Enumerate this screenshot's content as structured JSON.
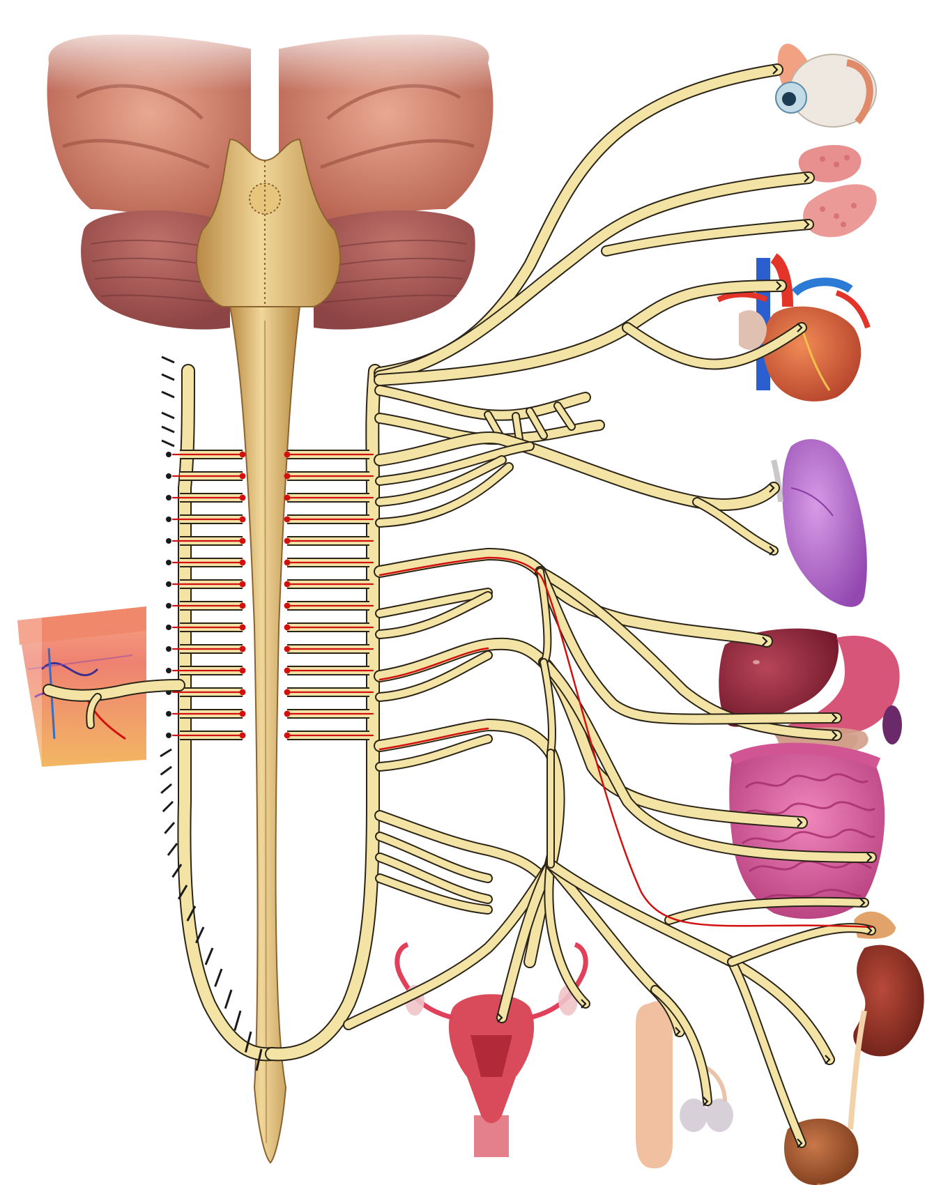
{
  "diagram": {
    "title": "",
    "labels": [],
    "structures": {
      "central": [
        "brain",
        "brainstem",
        "spinal-cord"
      ],
      "chains": [
        "sympathetic-chain-left",
        "sympathetic-chain-right"
      ],
      "organs": [
        "skin-section",
        "eye",
        "salivary-glands",
        "heart",
        "lung",
        "liver-stomach",
        "pancreas",
        "intestines",
        "adrenal-gland",
        "kidney",
        "bladder",
        "uterus",
        "male-genitals"
      ]
    },
    "colors": {
      "nerve": "#f3e3a5",
      "nerve_outline": "#2a2418",
      "axon_red": "#d21010",
      "cord": "#d9b36d",
      "brain": "#c97a66",
      "cerebellum": "#a95a55",
      "heart": "#d9623a",
      "lung": "#b266cc",
      "liver": "#8c2233",
      "stomach": "#d45a7a",
      "intestine": "#d9559a",
      "kidney": "#8c2a22",
      "bladder": "#a0522d",
      "uterus": "#d94a5a",
      "skin": "#f08a6a"
    }
  }
}
